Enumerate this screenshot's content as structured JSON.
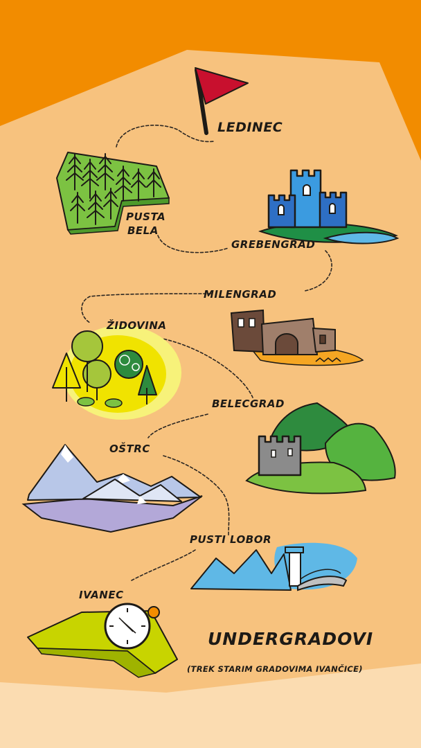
{
  "map": {
    "stops": {
      "ledinec": "LEDINEC",
      "pusta_bela_line1": "PUSTA",
      "pusta_bela_line2": "BELA",
      "grebengrad": "GREBENGRAD",
      "milengrad": "MILENGRAD",
      "zidovina": "ŽIDOVINA",
      "belecgrad": "BELECGRAD",
      "ostrc": "OŠTRC",
      "pusti_lobor": "PUSTI LOBOR",
      "ivanec": "IVANEC"
    },
    "title": "UNDERGRADOVI",
    "subtitle": "(TREK STARIM GRADOVIMA IVANČICE)"
  },
  "colors": {
    "orange": "#f28c00",
    "sand": "#f7c27e",
    "cream": "#fbdcb1",
    "flag_red": "#c8102e",
    "castle_blue": "#3b9be0",
    "forest_green": "#7cc242",
    "mountain_blue": "#b8c7e8",
    "sea_blue": "#5fb8e6",
    "field_lime": "#c8d400"
  }
}
